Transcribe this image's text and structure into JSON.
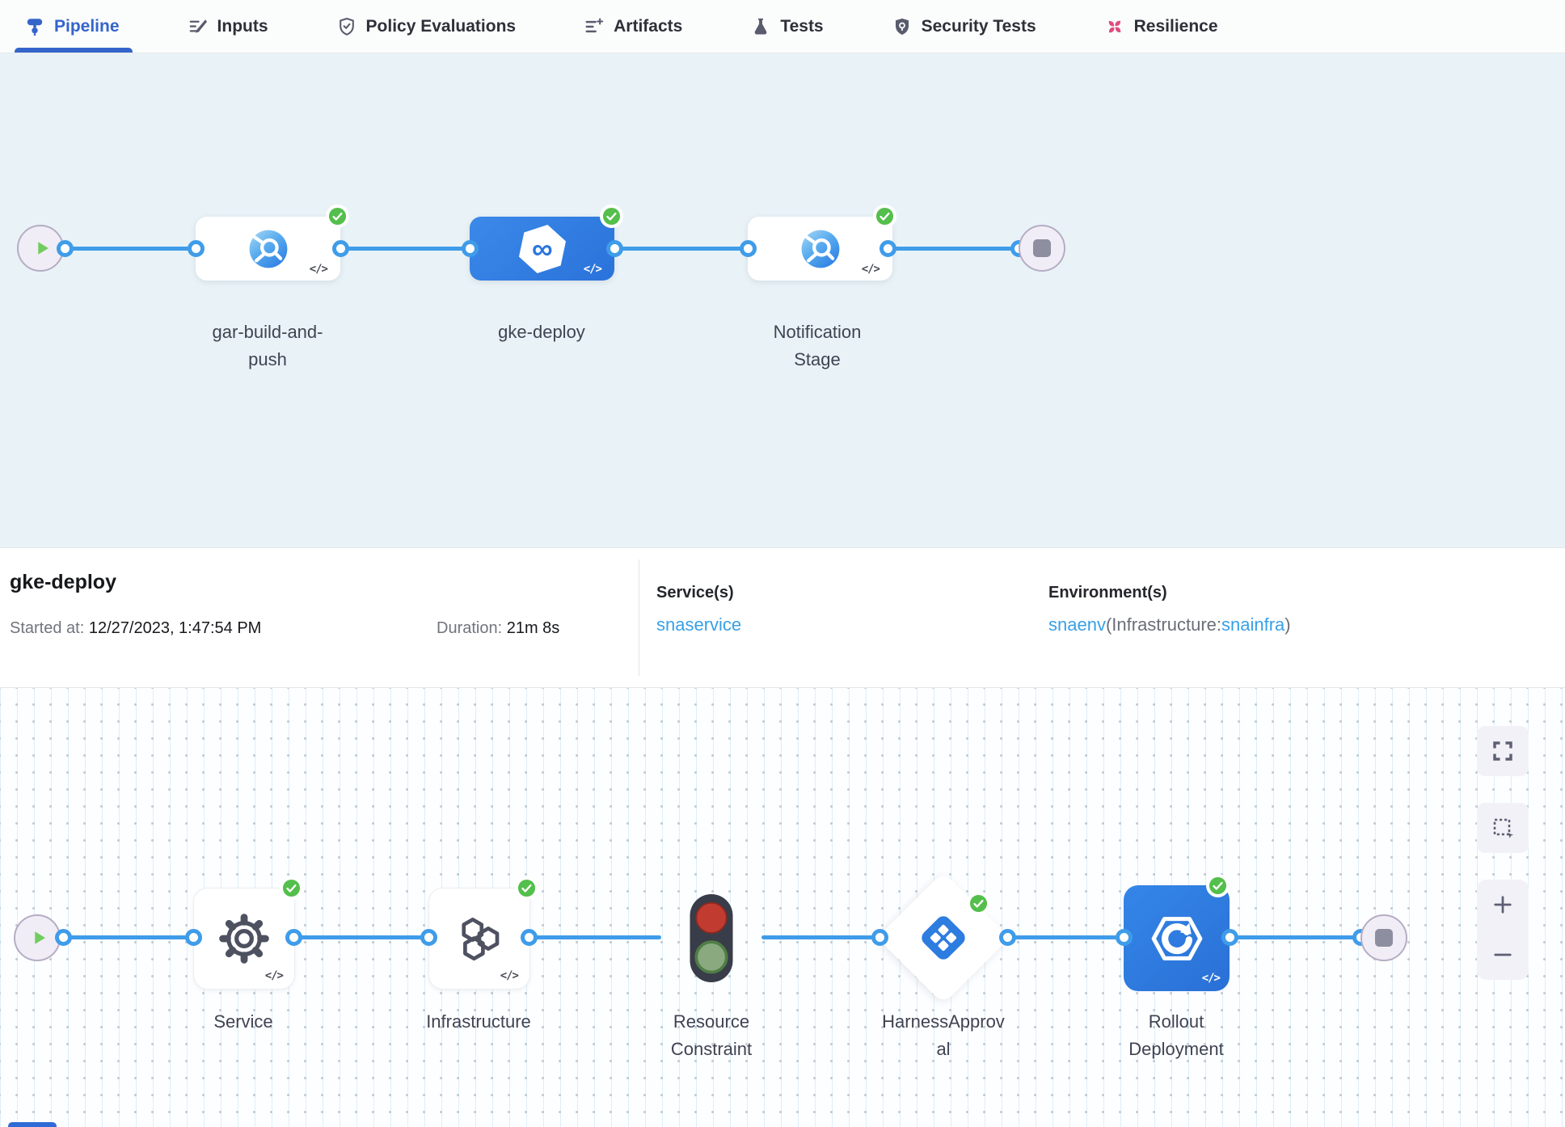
{
  "tab_bar": {
    "tabs": [
      {
        "label": "Pipeline",
        "icon": "pipeline-icon",
        "active": true
      },
      {
        "label": "Inputs",
        "icon": "inputs-pencil-icon",
        "active": false
      },
      {
        "label": "Policy Evaluations",
        "icon": "policy-shield-check-icon",
        "active": false
      },
      {
        "label": "Artifacts",
        "icon": "artifacts-list-plus-icon",
        "active": false
      },
      {
        "label": "Tests",
        "icon": "flask-icon",
        "active": false
      },
      {
        "label": "Security Tests",
        "icon": "security-shield-icon",
        "active": false
      },
      {
        "label": "Resilience",
        "icon": "resilience-pinwheel-icon",
        "active": false
      }
    ]
  },
  "stage_graph": {
    "stages": [
      {
        "name": "gar-build-and-push",
        "status": "success",
        "selected": false,
        "icon": "build-stage-icon"
      },
      {
        "name": "gke-deploy",
        "status": "success",
        "selected": true,
        "icon": "deploy-hexagon-infinity-icon"
      },
      {
        "name": "Notification Stage",
        "status": "success",
        "selected": false,
        "icon": "custom-stage-icon"
      }
    ],
    "code_glyph": "</>",
    "infinity_glyph": "∞"
  },
  "summary": {
    "title": "gke-deploy",
    "started_label": "Started at:",
    "started_value": "12/27/2023, 1:47:54 PM",
    "duration_label": "Duration:",
    "duration_value": "21m 8s",
    "services_label": "Service(s)",
    "service_name": "snaservice",
    "environments_label": "Environment(s)",
    "environment_name": "snaenv",
    "infrastructure_prefix": "(Infrastructure:",
    "infrastructure_name": "snainfra",
    "infrastructure_suffix": ")"
  },
  "execution_graph": {
    "steps": [
      {
        "name": "Service",
        "status": "success",
        "icon": "gear-icon"
      },
      {
        "name": "Infrastructure",
        "status": "success",
        "icon": "hexagons-icon"
      },
      {
        "name": "Resource Constraint",
        "status": "running-gate",
        "icon": "traffic-light-icon"
      },
      {
        "name": "HarnessApproval",
        "status": "success",
        "icon": "approval-diamond-icon"
      },
      {
        "name": "Rollout Deployment",
        "status": "success",
        "icon": "rollout-arrow-hexagon-icon"
      }
    ],
    "code_glyph": "</>"
  },
  "colors": {
    "active_tab_blue": "#3565cb",
    "connector_blue": "#3f9ce9",
    "success_green": "#54bf4c",
    "link_blue": "#38a0e6",
    "selected_stage_blue": "#2f7ce2",
    "resilience_pink": "#e14b7d",
    "stage_canvas_bg": "#e9f3f7"
  }
}
